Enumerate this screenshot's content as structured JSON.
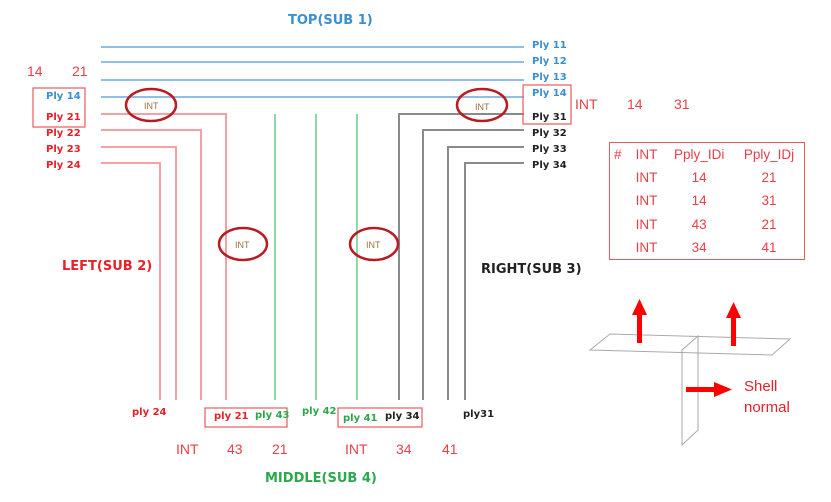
{
  "titles": {
    "top": "TOP(SUB 1)",
    "left": "LEFT(SUB 2)",
    "right": "RIGHT(SUB 3)",
    "middle": "MIDDLE(SUB 4)"
  },
  "top_plies": [
    "Ply 11",
    "Ply 12",
    "Ply 13",
    "Ply 14"
  ],
  "left_plies": [
    "Ply 14",
    "Ply 21",
    "Ply 22",
    "Ply 23",
    "Ply 24"
  ],
  "right_plies": [
    "Ply 31",
    "Ply 32",
    "Ply 33",
    "Ply 34"
  ],
  "bottom_plies": {
    "ply24": "ply 24",
    "ply21": "ply 21",
    "ply43": "ply 43",
    "ply42": "ply 42",
    "ply41": "ply 41",
    "ply34": "ply 34",
    "ply31": "ply31"
  },
  "int_label": "INT",
  "left_pair": {
    "a": "14",
    "b": "21"
  },
  "right_pair": {
    "int": "INT",
    "a": "14",
    "b": "31"
  },
  "bottom_left_pair": {
    "int": "INT",
    "a": "43",
    "b": "21"
  },
  "bottom_right_pair": {
    "int": "INT",
    "a": "34",
    "b": "41"
  },
  "table": {
    "headers": [
      "#",
      "INT",
      "Pply_IDi",
      "Pply_IDj"
    ],
    "rows": [
      [
        "",
        "INT",
        "14",
        "21"
      ],
      [
        "",
        "INT",
        "14",
        "31"
      ],
      [
        "",
        "INT",
        "43",
        "21"
      ],
      [
        "",
        "INT",
        "34",
        "41"
      ]
    ]
  },
  "shell_normal": {
    "line1": "Shell",
    "line2": "normal"
  },
  "colors": {
    "top": "#8fbfe6",
    "left": "#f5a0a4",
    "middle": "#8fd9a8",
    "right": "#8a8a8a",
    "ellipse": "#b81c22",
    "arrow": "#ff0000"
  }
}
